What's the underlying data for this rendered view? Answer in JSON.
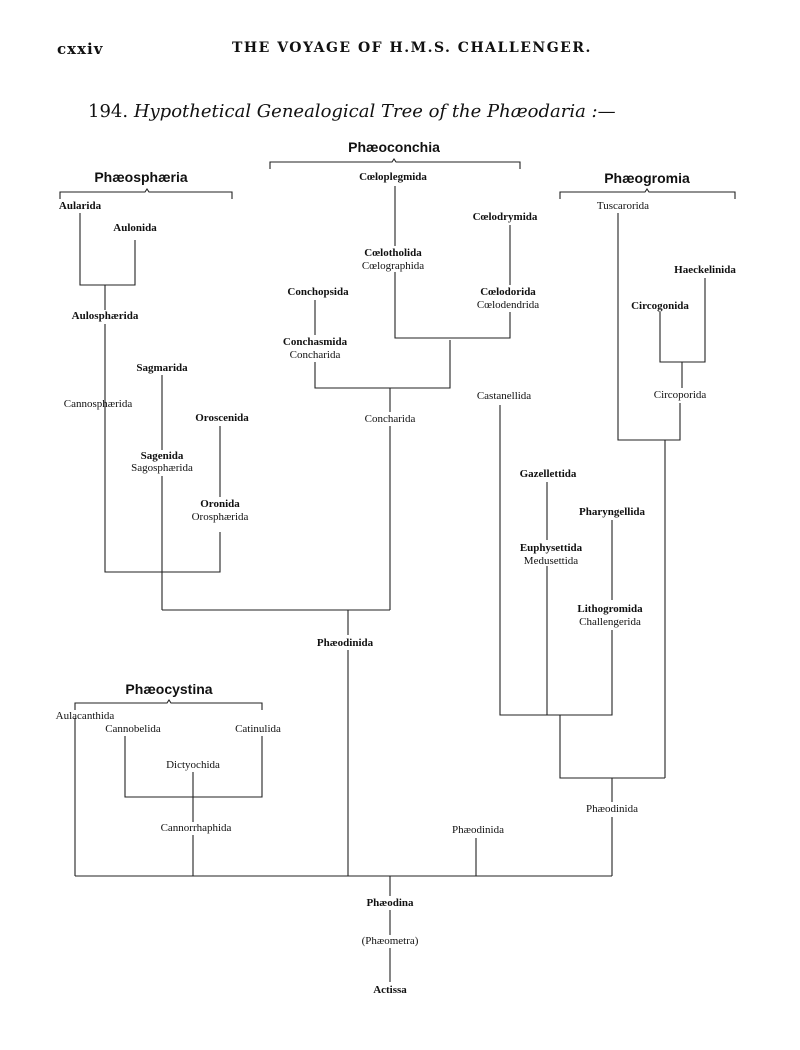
{
  "header": {
    "page_number": "cxxiv",
    "title": "THE VOYAGE OF H.M.S. CHALLENGER."
  },
  "figure": {
    "number": "194.",
    "caption": "Hypothetical Genealogical Tree of the Phæodaria :—"
  },
  "groups": {
    "phaeosphaeria": "Phæosphæria",
    "phaeoconchia": "Phæoconchia",
    "phaeogromia": "Phæogromia",
    "phaeocystina": "Phæocystina"
  },
  "taxa": {
    "aularida": "Aularida",
    "aulonida": "Aulonida",
    "aulosphaerida": "Aulosphærida",
    "sagmarida": "Sagmarida",
    "cannosphaerida": "Cannosphærida",
    "oroscenida": "Oroscenida",
    "sagenida": "Sagenida",
    "sagosphaerida": "Sagosphærida",
    "oronida": "Oronida",
    "orosphaerida": "Orosphærida",
    "coeloplegmida": "Cœloplegmida",
    "coelodrymida": "Cœlodrymida",
    "coelotholida": "Cœlotholida",
    "coelographida": "Cœlographida",
    "conchopsida": "Conchopsida",
    "coelodorida": "Cœlodorida",
    "coelodendrida": "Cœlodendrida",
    "conchasmida": "Conchasmida",
    "concharida_1": "Concharida",
    "concharida_2": "Concharida",
    "tuscarorida": "Tuscarorida",
    "haeckelinida": "Haeckelinida",
    "circogonida": "Circogonida",
    "circoporida": "Circoporida",
    "castanellida": "Castanellida",
    "gazellettida": "Gazellettida",
    "pharyngellida": "Pharyngellida",
    "euphysettida": "Euphysettida",
    "medusettida": "Medusettida",
    "lithogromida": "Lithogromida",
    "challengerida": "Challengerida",
    "phaeodinida_1": "Phæodinida",
    "phaeodinida_2": "Phæodinida",
    "phaeodinida_3": "Phæodinida",
    "aulacanthida": "Aulacanthida",
    "cannobelida": "Cannobelida",
    "catinulida": "Catinulida",
    "dictyochida": "Dictyochida",
    "cannorrhaphida": "Cannorrhaphida",
    "phaeodina": "Phæodina",
    "phaeometra": "(Phæometra)",
    "actissa": "Actissa"
  }
}
